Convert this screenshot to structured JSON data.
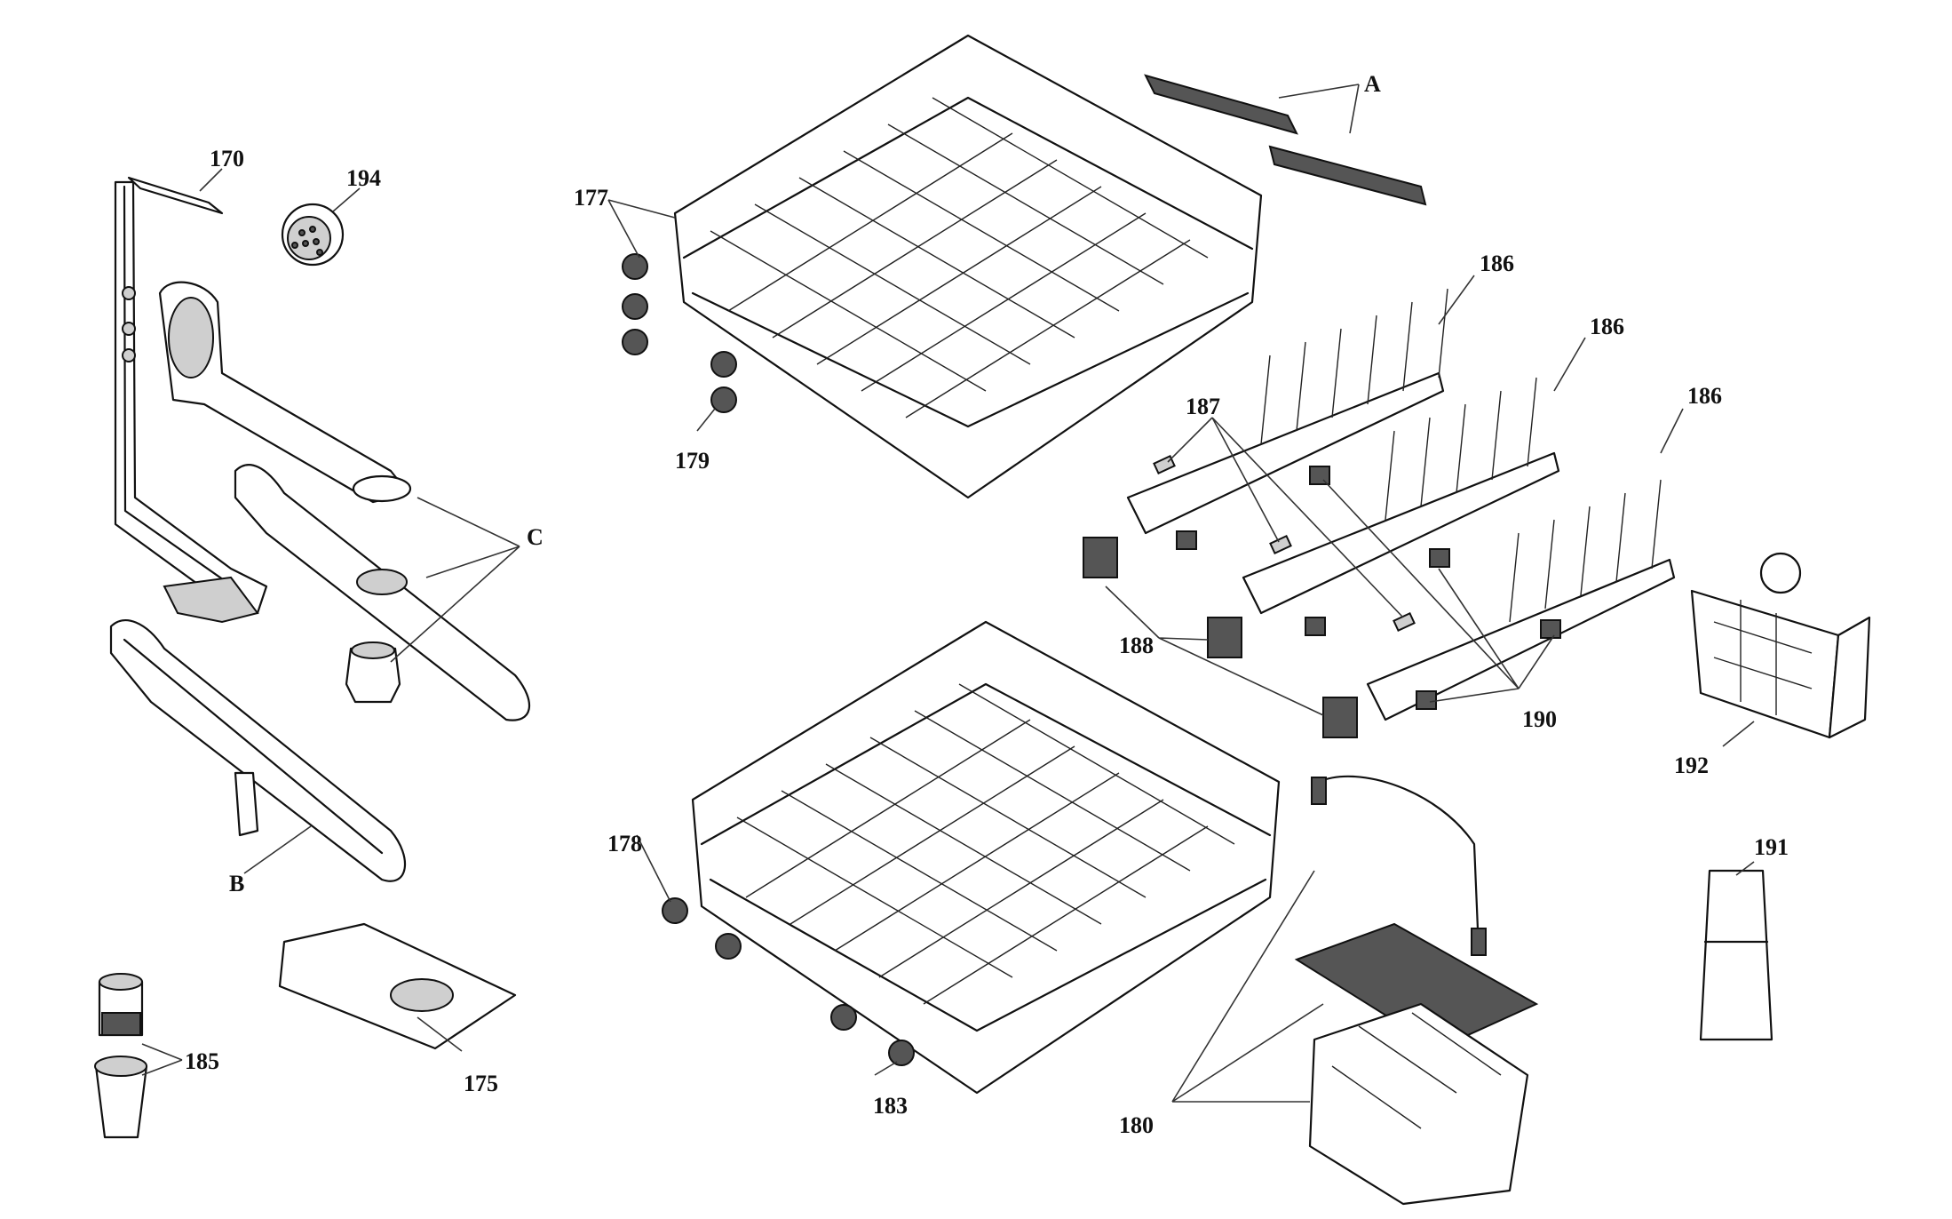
{
  "labels": {
    "p170": "170",
    "p194": "194",
    "pC": "C",
    "pB": "B",
    "p185": "185",
    "p175": "175",
    "p177": "177",
    "p179": "179",
    "p178": "178",
    "p183": "183",
    "pA": "A",
    "p186a": "186",
    "p186b": "186",
    "p186c": "186",
    "p187": "187",
    "p188": "188",
    "p190": "190",
    "p192": "192",
    "p191": "191",
    "p180": "180"
  }
}
